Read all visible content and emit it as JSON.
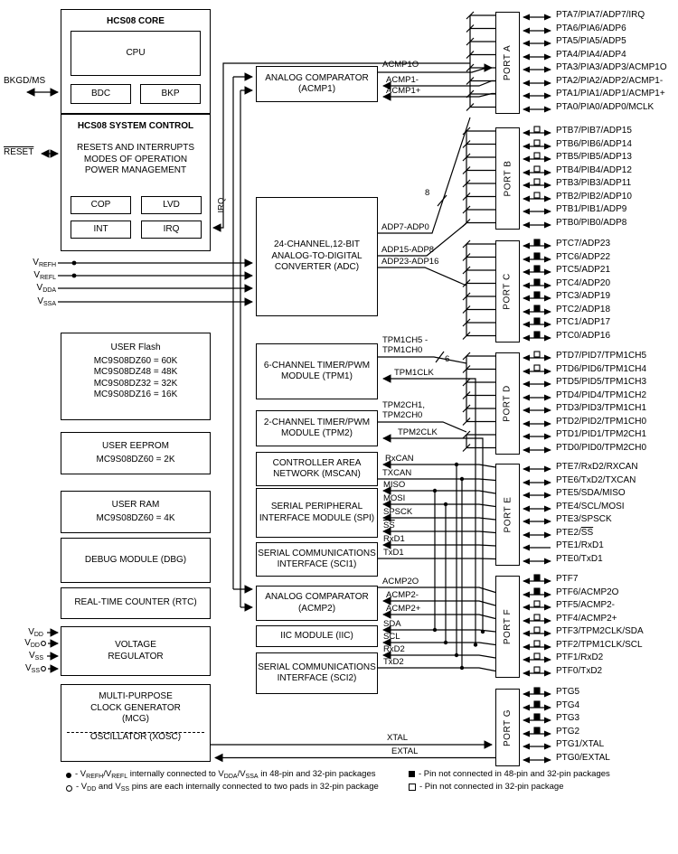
{
  "core": {
    "title": "HCS08 CORE",
    "cpu": "CPU",
    "bdc": "BDC",
    "bkp": "BKP"
  },
  "system_control": {
    "title": "HCS08 SYSTEM CONTROL",
    "lines": [
      "RESETS AND INTERRUPTS",
      "MODES OF OPERATION",
      "POWER MANAGEMENT"
    ],
    "cop": "COP",
    "lvd": "LVD",
    "int": "INT",
    "irq": "IRQ"
  },
  "external_pins": {
    "bkgd": "BKGD/MS",
    "reset": [
      {
        "t": "RESET",
        "over": true
      }
    ],
    "vrefh": [
      {
        "t": "V"
      },
      {
        "s": "REFH"
      }
    ],
    "vrefl": [
      {
        "t": "V"
      },
      {
        "s": "REFL"
      }
    ],
    "vdda": [
      {
        "t": "V"
      },
      {
        "s": "DDA"
      }
    ],
    "vssa": [
      {
        "t": "V"
      },
      {
        "s": "SSA"
      }
    ],
    "vdd": [
      {
        "t": "V"
      },
      {
        "s": "DD"
      }
    ],
    "vdd2": [
      {
        "t": "V"
      },
      {
        "s": "DD"
      }
    ],
    "vss": [
      {
        "t": "V"
      },
      {
        "s": "SS"
      }
    ],
    "vss2": [
      {
        "t": "V"
      },
      {
        "s": "SS"
      }
    ]
  },
  "memory_blocks": {
    "flash": {
      "title": "USER Flash",
      "lines": [
        "MC9S08DZ60 = 60K",
        "MC9S08DZ48 = 48K",
        "MC9S08DZ32 = 32K",
        "MC9S08DZ16 = 16K"
      ]
    },
    "eeprom": {
      "title": "USER EEPROM",
      "lines": [
        "MC9S08DZ60 = 2K"
      ]
    },
    "ram": {
      "title": "USER RAM",
      "lines": [
        "MC9S08DZ60 = 4K"
      ]
    },
    "dbg": {
      "title": "DEBUG MODULE (DBG)"
    },
    "rtc": {
      "title": "REAL-TIME COUNTER (RTC)"
    },
    "vreg": {
      "lines": [
        "VOLTAGE",
        "REGULATOR"
      ]
    },
    "mcg": {
      "lines": [
        "MULTI-PURPOSE",
        "CLOCK GENERATOR",
        "(MCG)"
      ],
      "oscillator": "OSCILLATOR (XOSC)"
    }
  },
  "peripherals": [
    {
      "name": "acmp1",
      "lines": [
        "ANALOG COMPARATOR",
        "(ACMP1)"
      ]
    },
    {
      "name": "adc",
      "lines": [
        "24-CHANNEL,12-BIT",
        "ANALOG-TO-DIGITAL",
        "CONVERTER (ADC)"
      ]
    },
    {
      "name": "tpm1",
      "lines": [
        "6-CHANNEL TIMER/PWM",
        "MODULE (TPM1)"
      ]
    },
    {
      "name": "tpm2",
      "lines": [
        "2-CHANNEL TIMER/PWM",
        "MODULE (TPM2)"
      ]
    },
    {
      "name": "mscan",
      "lines": [
        "CONTROLLER AREA",
        "NETWORK (MSCAN)"
      ]
    },
    {
      "name": "spi",
      "lines": [
        "SERIAL PERIPHERAL",
        "INTERFACE MODULE (SPI)"
      ]
    },
    {
      "name": "sci1",
      "lines": [
        "SERIAL COMMUNICATIONS",
        "INTERFACE (SCI1)"
      ]
    },
    {
      "name": "acmp2",
      "lines": [
        "ANALOG COMPARATOR",
        "(ACMP2)"
      ]
    },
    {
      "name": "iic",
      "lines": [
        "IIC MODULE (IIC)"
      ]
    },
    {
      "name": "sci2",
      "lines": [
        "SERIAL COMMUNICATIONS",
        "INTERFACE (SCI2)"
      ]
    }
  ],
  "signal_labels": [
    {
      "text": "ACMP1O"
    },
    {
      "text": "ACMP1-"
    },
    {
      "text": "ACMP1+"
    },
    {
      "text": "ADP7-ADP0"
    },
    {
      "text": "ADP15-ADP8"
    },
    {
      "text": "ADP23-ADP16"
    },
    {
      "text": "TPM1CH5 -"
    },
    {
      "text": "TPM1CH0"
    },
    {
      "text": "TPM1CLK"
    },
    {
      "text": "TPM2CH1,"
    },
    {
      "text": "TPM2CH0"
    },
    {
      "text": "TPM2CLK"
    },
    {
      "text": "RxCAN"
    },
    {
      "text": "TXCAN"
    },
    {
      "text": "MISO"
    },
    {
      "text": "MOSI"
    },
    {
      "text": "SPSCK"
    },
    {
      "text": [
        {
          "t": "SS",
          "over": true
        }
      ]
    },
    {
      "text": "RxD1"
    },
    {
      "text": "TxD1"
    },
    {
      "text": "ACMP2O"
    },
    {
      "text": "ACMP2-"
    },
    {
      "text": "ACMP2+"
    },
    {
      "text": "SDA"
    },
    {
      "text": "SCL"
    },
    {
      "text": "RxD2"
    },
    {
      "text": "TxD2"
    }
  ],
  "wire_labels": {
    "irq": "IRQ",
    "adc_bus_width": "8",
    "tpm1_bus_width": "6",
    "xtal": "XTAL",
    "extal": "EXTAL"
  },
  "ports": [
    {
      "name": "PORT A",
      "pins": [
        {
          "label": "PTA7/PIA7/ADP7/IRQ"
        },
        {
          "label": "PTA6/PIA6/ADP6"
        },
        {
          "label": "PTA5/PIA5/ADP5"
        },
        {
          "label": "PTA4/PIA4/ADP4"
        },
        {
          "label": "PTA3/PIA3/ADP3/ACMP1O"
        },
        {
          "label": "PTA2/PIA2/ADP2/ACMP1-"
        },
        {
          "label": "PTA1/PIA1/ADP1/ACMP1+"
        },
        {
          "label": "PTA0/PIA0/ADP0/MCLK"
        }
      ]
    },
    {
      "name": "PORT B",
      "pins": [
        {
          "label": "PTB7/PIB7/ADP15",
          "marker": "open"
        },
        {
          "label": "PTB6/PIB6/ADP14",
          "marker": "open"
        },
        {
          "label": "PTB5/PIB5/ADP13",
          "marker": "open"
        },
        {
          "label": "PTB4/PIB4/ADP12",
          "marker": "open"
        },
        {
          "label": "PTB3/PIB3/ADP11",
          "marker": "open"
        },
        {
          "label": "PTB2/PIB2/ADP10",
          "marker": "open"
        },
        {
          "label": "PTB1/PIB1/ADP9"
        },
        {
          "label": "PTB0/PIB0/ADP8"
        }
      ]
    },
    {
      "name": "PORT C",
      "pins": [
        {
          "label": "PTC7/ADP23",
          "marker": "filled"
        },
        {
          "label": "PTC6/ADP22",
          "marker": "filled"
        },
        {
          "label": "PTC5/ADP21",
          "marker": "filled"
        },
        {
          "label": "PTC4/ADP20",
          "marker": "filled"
        },
        {
          "label": "PTC3/ADP19",
          "marker": "filled"
        },
        {
          "label": "PTC2/ADP18",
          "marker": "filled"
        },
        {
          "label": "PTC1/ADP17",
          "marker": "filled"
        },
        {
          "label": "PTC0/ADP16",
          "marker": "filled"
        }
      ]
    },
    {
      "name": "PORT D",
      "pins": [
        {
          "label": "PTD7/PID7/TPM1CH5",
          "marker": "open"
        },
        {
          "label": "PTD6/PID6/TPM1CH4",
          "marker": "open"
        },
        {
          "label": "PTD5/PID5/TPM1CH3"
        },
        {
          "label": "PTD4/PID4/TPM1CH2"
        },
        {
          "label": "PTD3/PID3/TPM1CH1"
        },
        {
          "label": "PTD2/PID2/TPM1CH0"
        },
        {
          "label": "PTD1/PID1/TPM2CH1"
        },
        {
          "label": "PTD0/PID0/TPM2CH0"
        }
      ]
    },
    {
      "name": "PORT E",
      "pins": [
        {
          "label": "PTE7/RxD2/RXCAN"
        },
        {
          "label": "PTE6/TxD2/TXCAN"
        },
        {
          "label": "PTE5/SDA/MISO"
        },
        {
          "label": "PTE4/SCL/MOSI"
        },
        {
          "label": "PTE3/SPSCK"
        },
        {
          "label": [
            {
              "t": "PTE2/"
            },
            {
              "t": "SS",
              "over": true
            }
          ]
        },
        {
          "label": "PTE1/RxD1",
          "arrow": "left"
        },
        {
          "label": "PTE0/TxD1"
        }
      ]
    },
    {
      "name": "PORT F",
      "pins": [
        {
          "label": "PTF7",
          "marker": "filled"
        },
        {
          "label": "PTF6/ACMP2O",
          "marker": "filled"
        },
        {
          "label": "PTF5/ACMP2-",
          "marker": "open"
        },
        {
          "label": "PTF4/ACMP2+",
          "marker": "open"
        },
        {
          "label": "PTF3/TPM2CLK/SDA",
          "marker": "open"
        },
        {
          "label": "PTF2/TPM1CLK/SCL",
          "marker": "open"
        },
        {
          "label": "PTF1/RxD2",
          "marker": "open"
        },
        {
          "label": "PTF0/TxD2",
          "marker": "open"
        }
      ]
    },
    {
      "name": "PORT G",
      "pins": [
        {
          "label": "PTG5",
          "marker": "filled"
        },
        {
          "label": "PTG4",
          "marker": "filled"
        },
        {
          "label": "PTG3",
          "marker": "filled"
        },
        {
          "label": "PTG2",
          "marker": "filled"
        },
        {
          "label": "PTG1/XTAL"
        },
        {
          "label": "PTG0/EXTAL"
        }
      ]
    }
  ],
  "footnotes": [
    {
      "marker": "dot-filled",
      "text": [
        {
          "t": "- V"
        },
        {
          "s": "REFH"
        },
        {
          "t": "/V"
        },
        {
          "s": "REFL"
        },
        {
          "t": " internally connected to V"
        },
        {
          "s": "DDA"
        },
        {
          "t": "/V"
        },
        {
          "s": "SSA"
        },
        {
          "t": " in 48-pin and 32-pin packages"
        }
      ]
    },
    {
      "marker": "dot-open",
      "text": [
        {
          "t": "- V"
        },
        {
          "s": "DD"
        },
        {
          "t": " and V"
        },
        {
          "s": "SS"
        },
        {
          "t": " pins are each internally connected to two pads in 32-pin package"
        }
      ]
    },
    {
      "marker": "sq-filled",
      "text": [
        {
          "t": "- Pin not connected in 48-pin and 32-pin packages"
        }
      ]
    },
    {
      "marker": "sq-open",
      "text": [
        {
          "t": "- Pin not connected in 32-pin package"
        }
      ]
    }
  ]
}
